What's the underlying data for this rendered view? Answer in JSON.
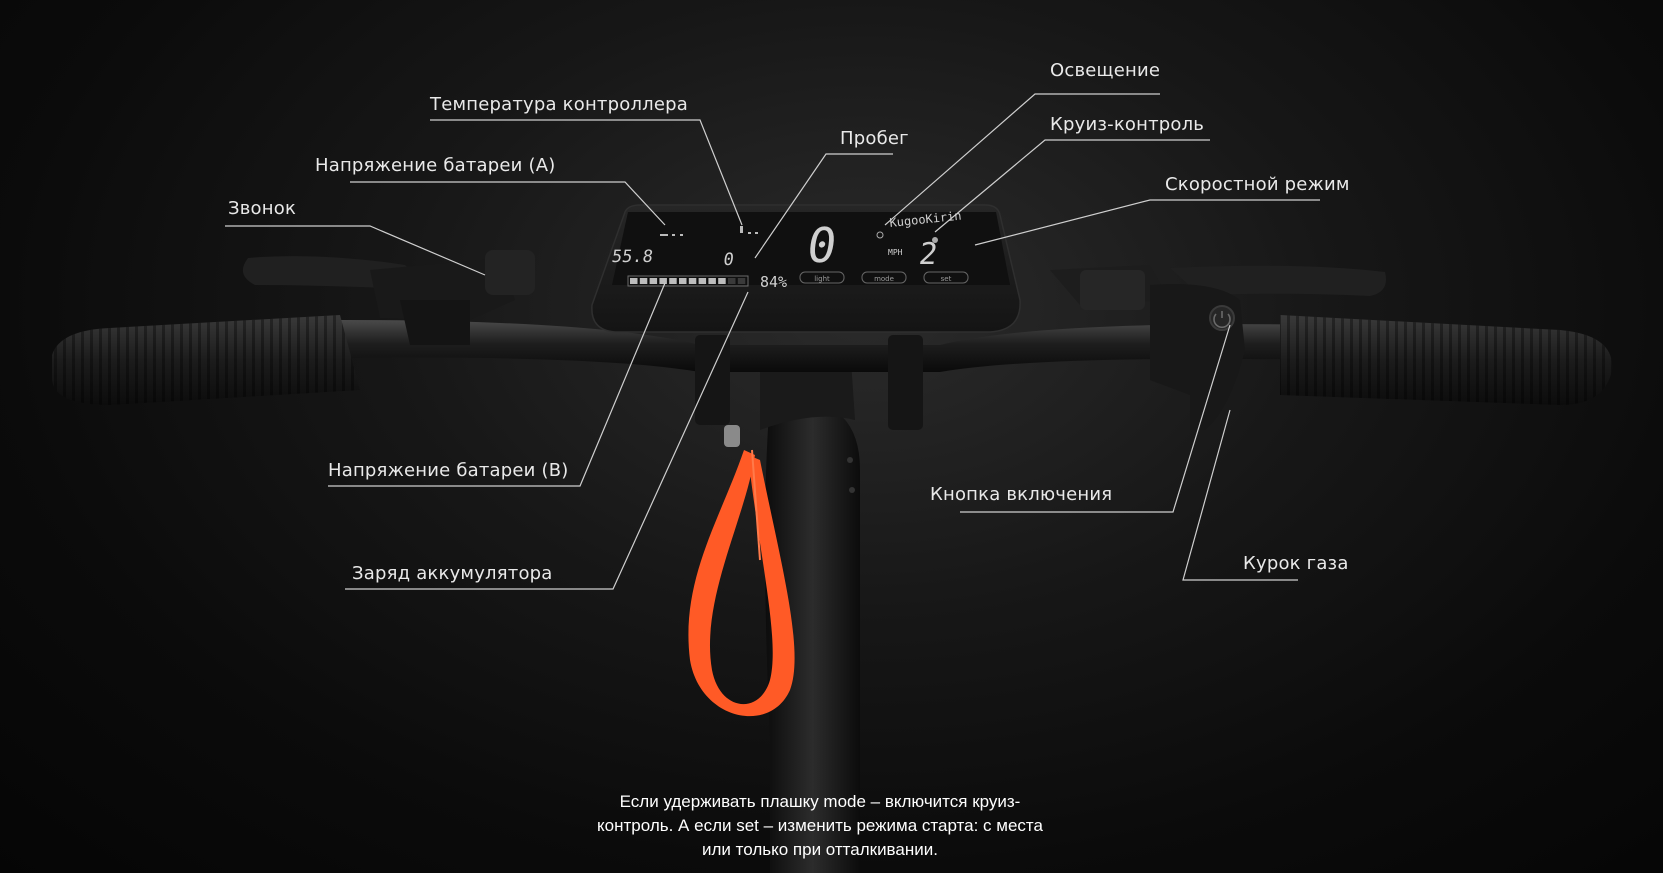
{
  "callouts": {
    "controller_temp": "Температура контроллера",
    "mileage": "Пробег",
    "battery_voltage_a": "Напряжение батареи (A)",
    "bell": "Звонок",
    "lighting": "Освещение",
    "cruise_control": "Круиз-контроль",
    "speed_mode": "Скоростной режим",
    "battery_voltage_b": "Напряжение батареи (B)",
    "power_button": "Кнопка включения",
    "battery_charge": "Заряд аккумулятора",
    "throttle": "Курок газа"
  },
  "display": {
    "brand": "KugooKirin",
    "voltage": "55.8",
    "mileage": "0",
    "speed": "0",
    "speed_unit": "MPH",
    "mode_level": "2",
    "battery_percent": "84%",
    "battery_level": 0.84,
    "button_labels": [
      "light",
      "mode",
      "set"
    ]
  },
  "caption": {
    "line1": "Если удерживать плашку mode – включится круиз-",
    "line2": "контроль. А если set – изменить режима старта: с места",
    "line3": "или только при отталкивании."
  },
  "colors": {
    "background": "#0b0b0b",
    "strap": "#ff5a26",
    "line": "#cfcfcf"
  }
}
